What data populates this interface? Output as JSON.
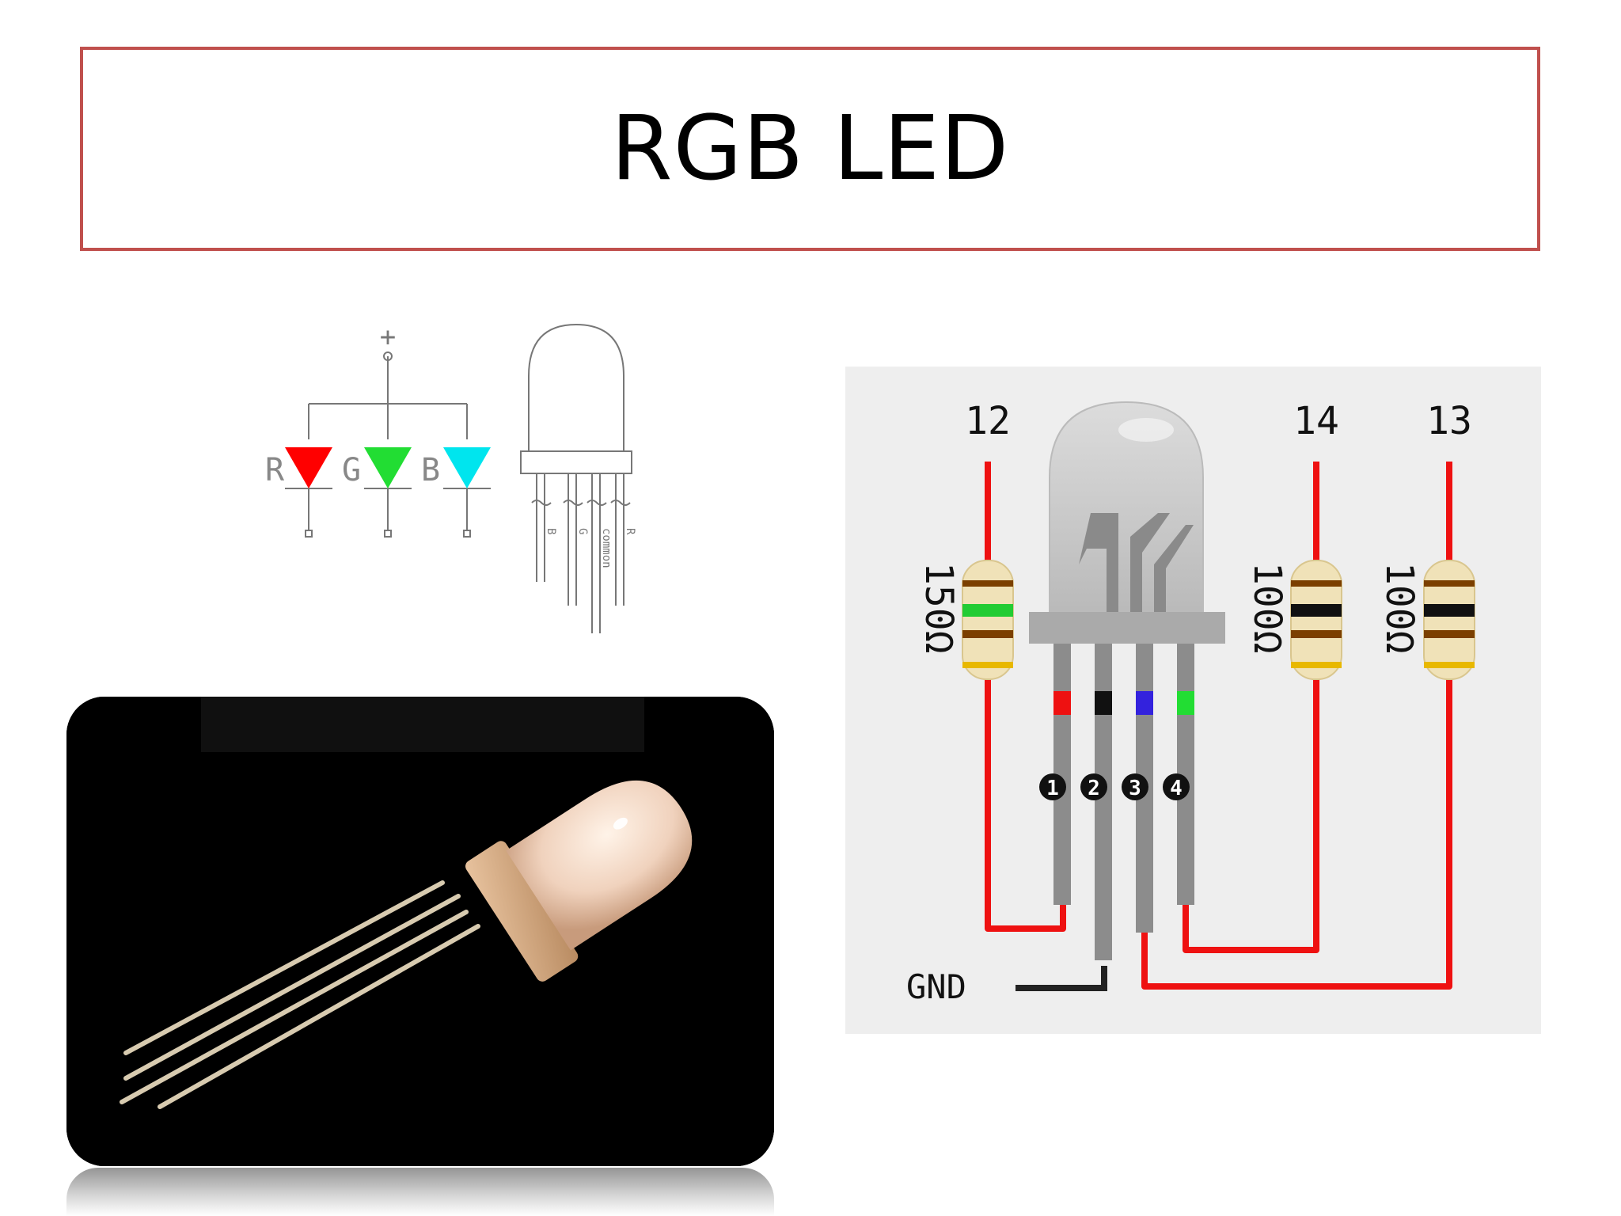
{
  "slide": {
    "title": "RGB LED"
  },
  "schematic": {
    "plus_label": "+",
    "diodes": [
      {
        "label": "R",
        "color": "#ff0000"
      },
      {
        "label": "G",
        "color": "#22dd33"
      },
      {
        "label": "B",
        "color": "#00e5ee"
      }
    ],
    "lead_labels": [
      "B",
      "G",
      "common",
      "R"
    ]
  },
  "wiring": {
    "pin_numbers": [
      "12",
      "14",
      "13"
    ],
    "resistors": [
      {
        "label": "150Ω",
        "bands": [
          "#7b3f00",
          "#22cc33",
          "#7b3f00",
          "#e8b800"
        ]
      },
      {
        "label": "100Ω",
        "bands": [
          "#7b3f00",
          "#111111",
          "#7b3f00",
          "#e8b800"
        ]
      },
      {
        "label": "100Ω",
        "bands": [
          "#7b3f00",
          "#111111",
          "#7b3f00",
          "#e8b800"
        ]
      }
    ],
    "leg_numbers": [
      "1",
      "2",
      "3",
      "4"
    ],
    "leg_colors": [
      "#ee1111",
      "#111111",
      "#3322dd",
      "#22dd33"
    ],
    "ground_label": "GND",
    "wire_color": "#ee1111"
  },
  "colors": {
    "title_border": "#c0504d"
  }
}
